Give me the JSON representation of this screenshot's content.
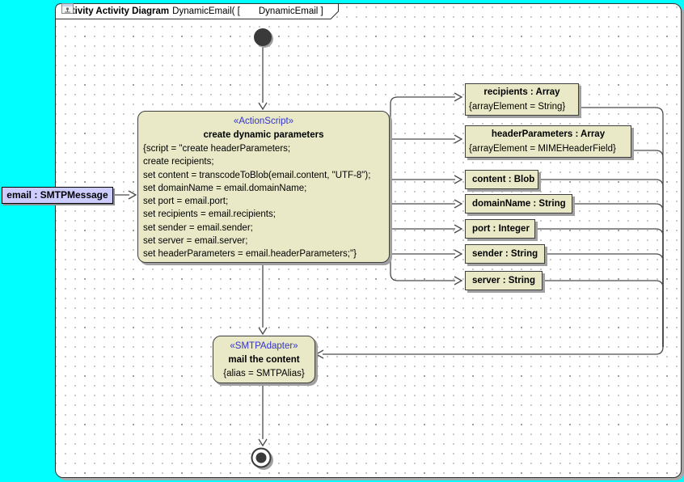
{
  "frame": {
    "title_keyword": "activity Activity Diagram",
    "title_name": "DynamicEmail( [",
    "title_context": "DynamicEmail ]",
    "icon": "activity-diagram-icon"
  },
  "colors": {
    "desktop_background": "#00ffff",
    "canvas_background": "#ffffff",
    "node_fill": "#e9e9c8",
    "input_pin_fill": "#ccccff",
    "stereotype_text": "#3333cc",
    "edge_color": "#4a4a4a"
  },
  "nodes": {
    "initial": {
      "kind": "initial-node"
    },
    "final": {
      "kind": "activity-final-node"
    },
    "input_pin": {
      "label": "email : SMTPMessage"
    },
    "action": {
      "stereotype": "«ActionScript»",
      "name": "create dynamic parameters",
      "script_lines": [
        "{script = \"create headerParameters;",
        "create recipients;",
        "set content = transcodeToBlob(email.content, \"UTF-8\");",
        "set domainName = email.domainName;",
        "set port = email.port;",
        "set recipients = email.recipients;",
        "set sender = email.sender;",
        "set server = email.server;",
        "set headerParameters = email.headerParameters;\"}"
      ]
    },
    "output_pins": [
      {
        "name": "recipients : Array",
        "constraint": "{arrayElement = String}"
      },
      {
        "name": "headerParameters : Array",
        "constraint": "{arrayElement = MIMEHeaderField}"
      },
      {
        "name": "content : Blob"
      },
      {
        "name": "domainName : String"
      },
      {
        "name": "port : Integer"
      },
      {
        "name": "sender : String"
      },
      {
        "name": "server : String"
      }
    ],
    "mail_action": {
      "stereotype": "«SMTPAdapter»",
      "name": "mail the content",
      "constraint": "{alias = SMTPAlias}"
    }
  }
}
